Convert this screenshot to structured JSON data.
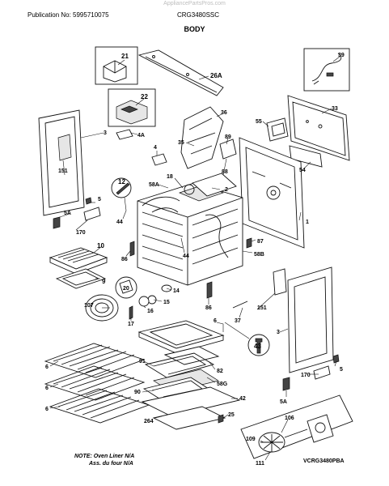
{
  "header": {
    "watermark": "AppliancePartsPros.com",
    "publication": "Publication No: 5995710075",
    "model": "CRG3480SSC",
    "section": "BODY"
  },
  "footer": {
    "note_line1": "NOTE: Oven Liner N/A",
    "note_line2": "Ass. du four N/A",
    "figure_ref": "VCRG3480PBA"
  },
  "callouts": {
    "p21": "21",
    "p26a": "26A",
    "p39": "39",
    "p22": "22",
    "p33": "33",
    "p3_left": "3",
    "p4a": "4A",
    "p36": "36",
    "p55": "55",
    "p89": "89",
    "p4": "4",
    "p35": "35",
    "p151_left": "151",
    "p58a": "58A",
    "p18": "18",
    "p88": "88",
    "p2": "2",
    "p12": "12",
    "p5_left": "5",
    "p54": "54",
    "p44_upper": "44",
    "p5a_left": "5A",
    "p1": "1",
    "p170_left": "170",
    "p87": "87",
    "p58b": "58B",
    "p10": "10",
    "p86_left": "86",
    "p44_mid": "44",
    "p9": "9",
    "p20": "20",
    "p14": "14",
    "p15": "15",
    "p86_mid": "86",
    "p107": "107",
    "p16": "16",
    "p151_right": "151",
    "p17": "17",
    "p37": "37",
    "p6_center": "6",
    "p3_right": "3",
    "p43": "43",
    "p6_rack1": "6",
    "p91": "91",
    "p82": "82",
    "p6_rack2": "6",
    "p58g": "58G",
    "p170_right": "170",
    "p5_right": "5",
    "p90": "90",
    "p42": "42",
    "p5a_right": "5A",
    "p6_rack3": "6",
    "p264": "264",
    "p25": "25",
    "p106": "106",
    "p109": "109",
    "p111": "111"
  }
}
